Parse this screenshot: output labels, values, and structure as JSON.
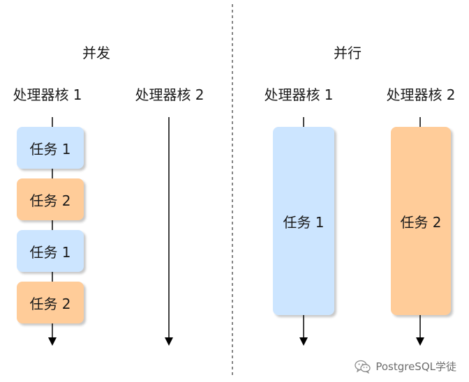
{
  "diagram": {
    "concurrency": {
      "title": "并发",
      "core1_label": "处理器核 1",
      "core2_label": "处理器核 2",
      "tasks": [
        "任务 1",
        "任务 2",
        "任务 1",
        "任务 2"
      ]
    },
    "parallelism": {
      "title": "并行",
      "core1_label": "处理器核 1",
      "core2_label": "处理器核 2",
      "task1": "任务 1",
      "task2": "任务 2"
    }
  },
  "colors": {
    "task1_fill": "#cce5ff",
    "task2_fill": "#ffcc99",
    "line": "#000000"
  },
  "watermark": {
    "text": "PostgreSQL学徒",
    "icon": "wechat-icon"
  }
}
